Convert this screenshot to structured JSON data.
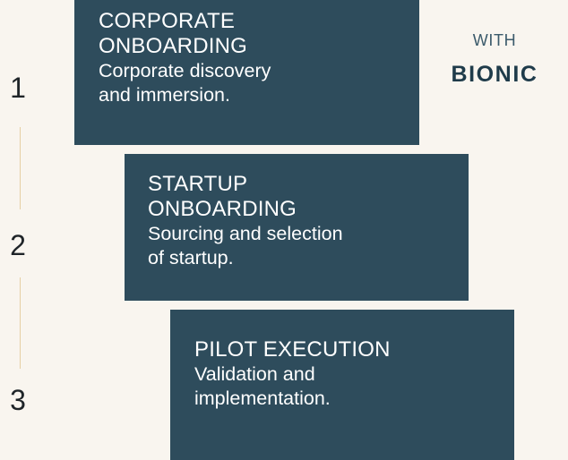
{
  "steps": [
    {
      "number": "1",
      "title": "CORPORATE\nONBOARDING",
      "title_lines": [
        "CORPORATE",
        "ONBOARDING"
      ],
      "desc_lines": [
        "Corporate discovery",
        "and immersion."
      ]
    },
    {
      "number": "2",
      "title_lines": [
        "STARTUP",
        "ONBOARDING"
      ],
      "desc_lines": [
        "Sourcing and selection",
        "of startup."
      ]
    },
    {
      "number": "3",
      "title_lines": [
        "PILOT EXECUTION"
      ],
      "desc_lines": [
        "Validation and",
        "implementation."
      ]
    }
  ],
  "partner": {
    "prefix": "WITH",
    "brand": "BIONIC"
  },
  "colors": {
    "card": "#2e4c5c",
    "background": "#f9f5ef",
    "divider": "#e6cfa3",
    "brand": "#1f3b4a"
  }
}
